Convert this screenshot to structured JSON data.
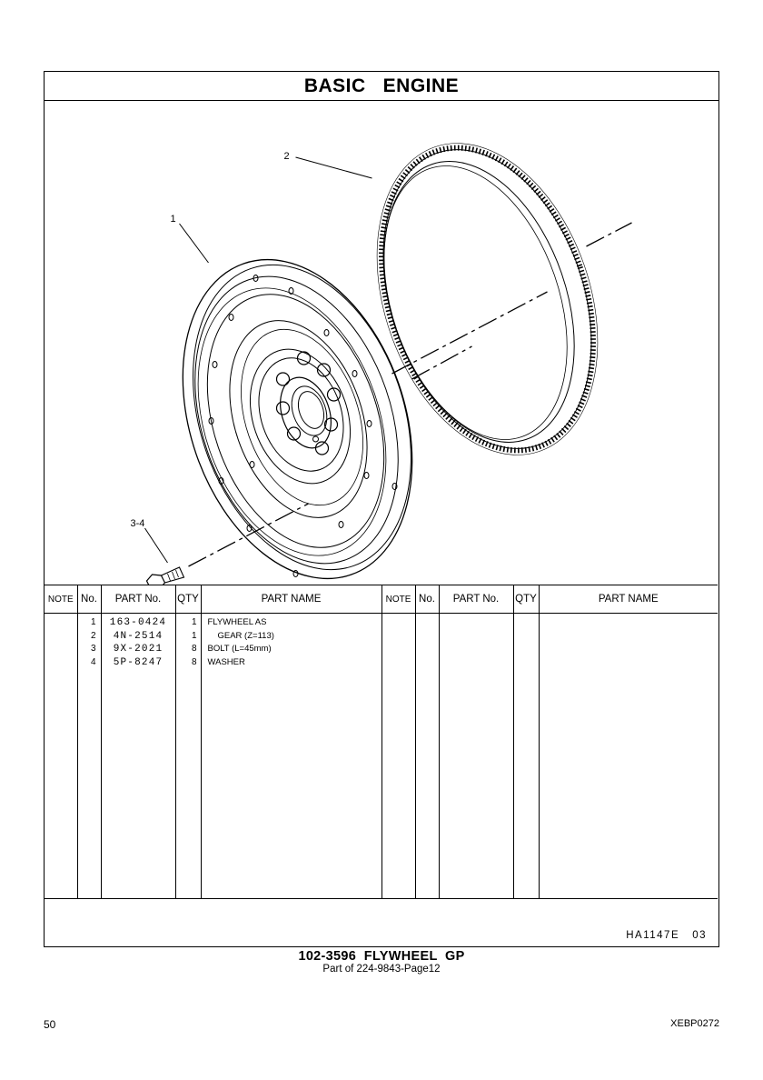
{
  "header": {
    "title": "BASIC   ENGINE"
  },
  "drawing": {
    "callouts": [
      "2",
      "1",
      "3-4"
    ],
    "depicts": [
      "flywheel-icon",
      "ring-gear-icon",
      "bolt-icon"
    ]
  },
  "table": {
    "left_headers": [
      "NOTE",
      "No.",
      "PART No.",
      "QTY",
      "PART NAME"
    ],
    "right_headers": [
      "NOTE",
      "No.",
      "PART No.",
      "QTY",
      "PART NAME"
    ],
    "rows": [
      {
        "no": "1",
        "part_no": "163-0424",
        "qty": "1",
        "name": "FLYWHEEL AS"
      },
      {
        "no": "2",
        "part_no": "4N-2514",
        "qty": "1",
        "name": "GEAR (Z=113)"
      },
      {
        "no": "3",
        "part_no": "9X-2021",
        "qty": "8",
        "name": "BOLT (L=45mm)"
      },
      {
        "no": "4",
        "part_no": "5P-8247",
        "qty": "8",
        "name": "WASHER"
      }
    ]
  },
  "footer_code": "HA1147E   03",
  "caption": {
    "group": "102-3596  FLYWHEEL  GP",
    "part_of": "Part of 224-9843-Page12"
  },
  "page_number": "50",
  "document_number": "XEBP0272"
}
